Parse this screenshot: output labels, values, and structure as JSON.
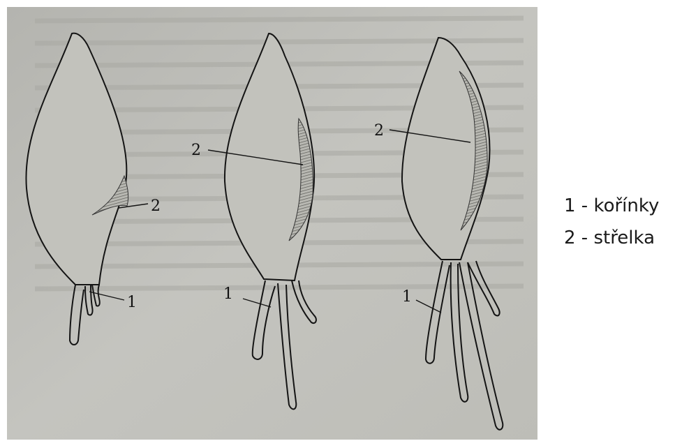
{
  "figure": {
    "stages": [
      {
        "id": "stage-1",
        "labels": {
          "root": "1",
          "shoot": "2"
        }
      },
      {
        "id": "stage-2",
        "labels": {
          "root": "1",
          "shoot": "2"
        }
      },
      {
        "id": "stage-3",
        "labels": {
          "root": "1",
          "shoot": "2"
        }
      }
    ]
  },
  "legend": {
    "items": [
      {
        "label": "1 - kořínky"
      },
      {
        "label": "2 - střelka"
      }
    ]
  },
  "colors": {
    "photo_background": "#bdbdb8",
    "ink": "#141414",
    "shoot_fill": "#9a9a95"
  }
}
